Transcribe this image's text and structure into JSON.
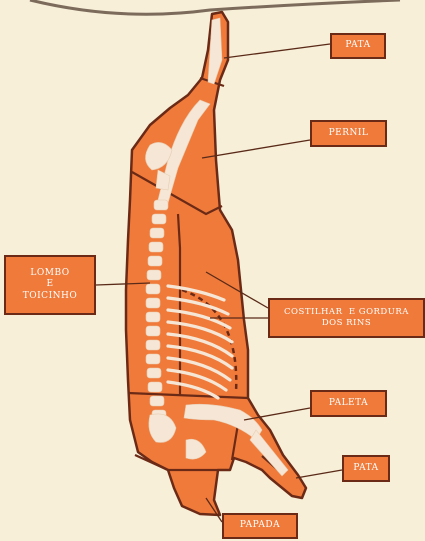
{
  "colors": {
    "background": "#f7efd8",
    "meat": "#f07a3a",
    "outline": "#6b2a16",
    "bone": "#f5e6d5",
    "leader": "#5a2a18"
  },
  "labels": {
    "pata_top": "PATA",
    "pernil": "PERNIL",
    "lombo": [
      "LOMBO",
      "E",
      "TOICINHO"
    ],
    "costilhar": [
      "COSTILHAR  E GORDURA",
      "DOS RINS"
    ],
    "paleta": "PALETA",
    "pata_bottom": "PATA",
    "papada": "PAPADA"
  }
}
